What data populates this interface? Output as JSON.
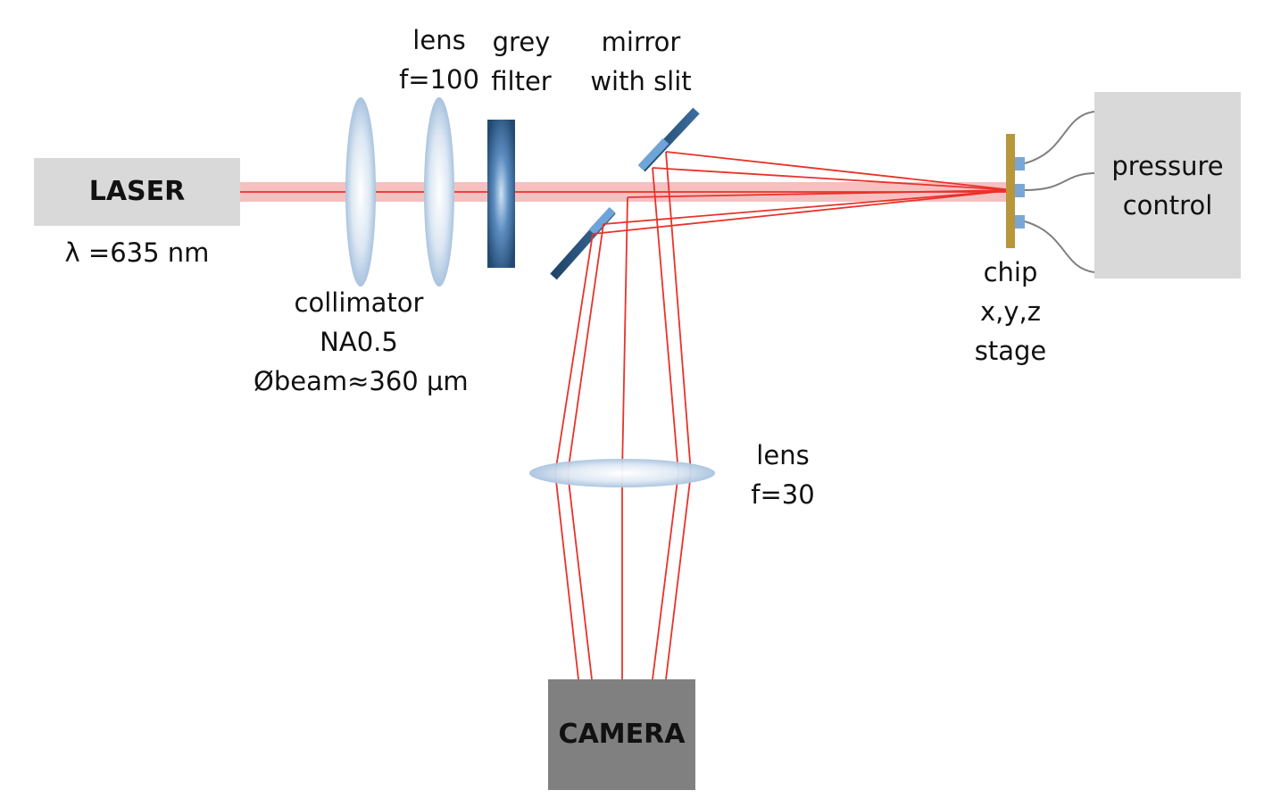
{
  "laser": {
    "label": "LASER",
    "wavelength": "λ =635 nm"
  },
  "collimator": {
    "line1": "collimator",
    "line2": "NA0.5",
    "line3": "Øbeam≈360 µm"
  },
  "lens1": {
    "line1": "lens",
    "line2": "f=100"
  },
  "grey_filter": {
    "line1": "grey",
    "line2": "filter"
  },
  "mirror": {
    "line1": "mirror",
    "line2": "with slit"
  },
  "chip": {
    "line1": "chip",
    "line2": "x,y,z",
    "line3": "stage"
  },
  "pressure": {
    "line1": "pressure",
    "line2": "control"
  },
  "lens2": {
    "line1": "lens",
    "line2": "f=30"
  },
  "camera": {
    "label": "CAMERA"
  },
  "colors": {
    "beam": "#f5c0c0",
    "ray": "#e8332a",
    "laser_box": "#d9d9d9",
    "camera_box": "#808080",
    "filter": "#2f5c8a",
    "mirror": "#2e5d8a",
    "chip": "#b8963a",
    "tubing": "#7f7f7f"
  }
}
